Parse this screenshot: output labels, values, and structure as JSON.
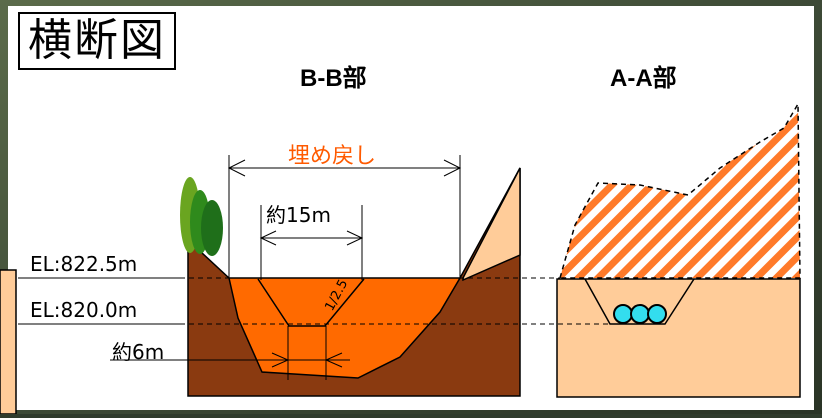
{
  "title": "横断図",
  "sections": {
    "bb": "B-B部",
    "aa": "A-A部"
  },
  "labels": {
    "el_top": "EL:822.5m",
    "el_mid": "EL:820.0m",
    "width_bottom": "約6m",
    "width_channel": "約15m",
    "fill": "埋め戻し",
    "slope": "1/2.5"
  },
  "colors": {
    "ground": "#8a3a10",
    "fill": "#ff6a00",
    "bank": "#ffcc99",
    "hatch": "#ff7a2a",
    "pipe": "#33ddee",
    "foliage": "#3a8a22"
  }
}
